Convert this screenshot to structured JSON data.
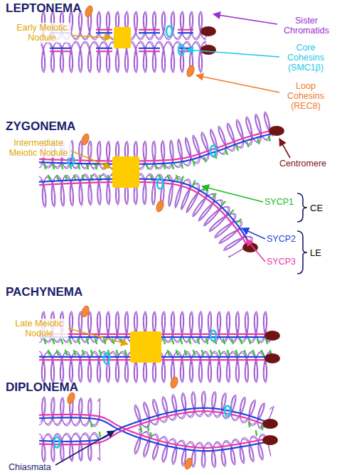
{
  "diagram": {
    "labels": [
      "LEPTONEMA",
      "Early Meiotic Nodule",
      "Sister Chromatids",
      "Core Cohesins (SMC1β)",
      "Loop Cohesins (REC8)",
      "ZYGONEMA",
      "Intermediate Meiotic Nodule",
      "Centromere",
      "SYCP1",
      "CE",
      "SYCP2",
      "SYCP3",
      "LE",
      "PACHYNEMA",
      "Late Meiotic Nodule",
      "DIPLONEMA",
      "Chiasmata"
    ]
  }
}
